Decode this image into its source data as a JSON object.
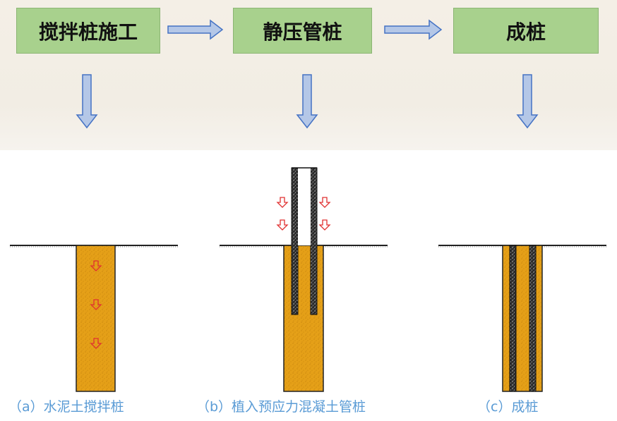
{
  "steps": [
    {
      "label": "搅拌桩施工"
    },
    {
      "label": "静压管桩"
    },
    {
      "label": "成桩"
    }
  ],
  "captions": [
    {
      "text": "（a）水泥土搅拌桩"
    },
    {
      "text": "（b）植入预应力混凝土管桩"
    },
    {
      "text": "（c）成桩"
    }
  ],
  "colors": {
    "step_fill": "#a8d18d",
    "arrow_fill": "#b4c7e7",
    "arrow_stroke": "#4472c4",
    "soil_cement": "#e5a018",
    "pipe_pile": "#2b2b2b",
    "push_arrow": "#e03030",
    "caption": "#5a9bd5"
  }
}
